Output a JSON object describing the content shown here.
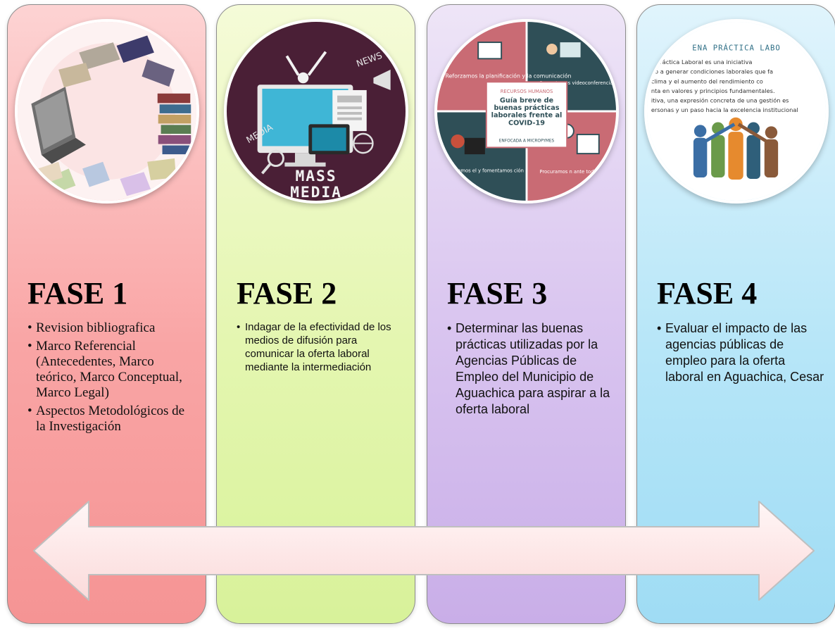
{
  "phases": [
    {
      "title": "FASE 1",
      "image_icon": "books-laptop-icon",
      "bullets": [
        "Revision bibliografica",
        "Marco Referencial (Antecedentes, Marco teórico, Marco Conceptual, Marco Legal)",
        "Aspectos Metodológicos de la Investigación"
      ]
    },
    {
      "title": "FASE 2",
      "image_icon": "mass-media-icon",
      "image_text": {
        "line1": "MASS",
        "line2": "MEDIA",
        "news": "NEWS",
        "media": "MEDIA"
      },
      "bullets": [
        "Indagar de la efectividad de los medios de difusión para comunicar la oferta laboral mediante la intermediación"
      ]
    },
    {
      "title": "FASE 3",
      "image_icon": "good-practices-guide-icon",
      "image_text": {
        "q1": "Reforzamos la planificación y la comunicación",
        "q2": "Fomentamos videoconferencias para nuestras reuniones",
        "q3": "romovemos el y fomentamos ción",
        "q4": "Procuramos n ante tod",
        "brand": "RECURSOS HUMANOS",
        "center_title": "Guía breve de buenas prácticas laborales frente al COVID-19",
        "center_sub": "ENFOCADA A MICROPYMES"
      },
      "bullets": [
        "Determinar las buenas prácticas utilizadas por la Agencias Públicas de Empleo del Municipio de Aguachica para aspirar a la oferta laboral"
      ]
    },
    {
      "title": "FASE 4",
      "image_icon": "teamwork-people-icon",
      "image_text": {
        "heading": "ENA PRÁCTICA LABO",
        "line1": "a Práctica Laboral es una iniciativa",
        "line2": "do a generar condiciones laborales que fa",
        "line3": "clima y el aumento del rendimiento co",
        "line4": "nta en valores y principios fundamentales.",
        "line5": "itiva, una expresión concreta de una gestión es",
        "line6": "ersonas y un paso hacia la excelencia institucional"
      },
      "bullets": [
        "Evaluar el impacto de las agencias públicas de empleo para la oferta laboral en Aguachica, Cesar"
      ]
    }
  ],
  "colors": {
    "phase1": "#f9a5a5",
    "phase2": "#e4f6b0",
    "phase3": "#d8c3ef",
    "phase4": "#b7e6f8",
    "arrow_fill": "#fde3e3"
  },
  "arrow_icon": "double-headed-arrow-icon"
}
